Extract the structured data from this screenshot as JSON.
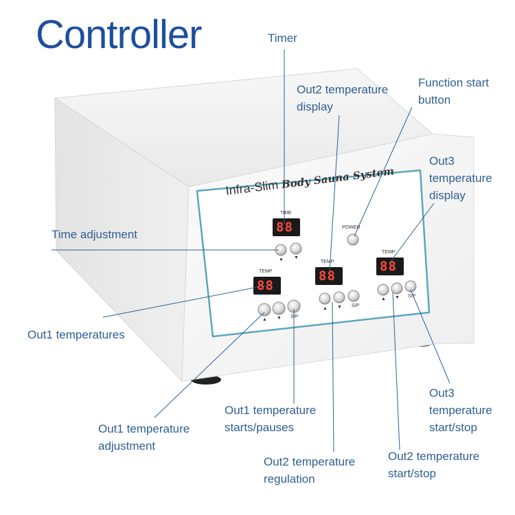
{
  "title": "Controller",
  "panel": {
    "brand_main": "Infra-Slim",
    "brand_sub": "Body Sauna System",
    "time_label": "TIME",
    "temp_label": "TEMP",
    "power_label": "POWER",
    "sp_label": "S/P",
    "up_arrow": "▲",
    "down_arrow": "▼",
    "display_value": "88"
  },
  "callouts": {
    "timer": "Timer",
    "out2_display": [
      "Out2 temperature",
      "display"
    ],
    "function_start": [
      "Function start",
      "button"
    ],
    "out3_display": [
      "Out3",
      "temperature",
      "display"
    ],
    "time_adjustment": "Time adjustment",
    "out1_temperatures": "Out1 temperatures",
    "out1_adjustment": [
      "Out1 temperature",
      "adjustment"
    ],
    "out1_starts_pauses": [
      "Out1 temperature",
      "starts/pauses"
    ],
    "out2_regulation": [
      "Out2 temperature",
      "regulation"
    ],
    "out2_start_stop": [
      "Out2 temperature",
      "start/stop"
    ],
    "out3_start_stop": [
      "Out3",
      "temperature",
      "start/stop"
    ]
  },
  "colors": {
    "title": "#1d4f9c",
    "label": "#2e5f93",
    "leader_line": "#2e5f93",
    "led": "#ff4a3a",
    "device_body": "#f1f1f1",
    "panel_border": "#5aa6bd"
  }
}
